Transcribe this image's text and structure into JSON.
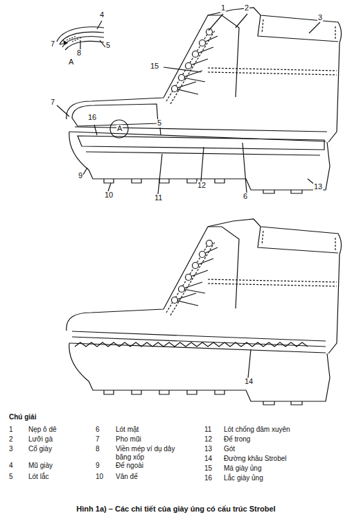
{
  "diagram": {
    "caption": "Hình 1a) – Các chi tiết của giày ủng có cấu trúc Strobel",
    "labels": [
      "4",
      "7",
      "8",
      "5",
      "A",
      "1",
      "2",
      "3",
      "15",
      "7",
      "16",
      "5",
      "A",
      "9",
      "10",
      "11",
      "12",
      "6",
      "13",
      "14",
      "Chú giải",
      "1",
      "Nẹp ô dê",
      "2",
      "Lưỡi gà",
      "3",
      "Cổ giày",
      "4",
      "Mũ giày",
      "5",
      "Lót lắc",
      "6",
      "Lót mặt",
      "7",
      "Pho mũi",
      "8",
      "Viền mép ví dụ dây băng xốp",
      "9",
      "Đế ngoài",
      "10",
      "Vân đế",
      "11",
      "Lót chống đâm xuyên",
      "12",
      "Đế trong",
      "13",
      "Gót",
      "14",
      "Đường khâu Strobel",
      "15",
      "Má giày ủng",
      "16",
      "Lắc giày ủng"
    ]
  }
}
